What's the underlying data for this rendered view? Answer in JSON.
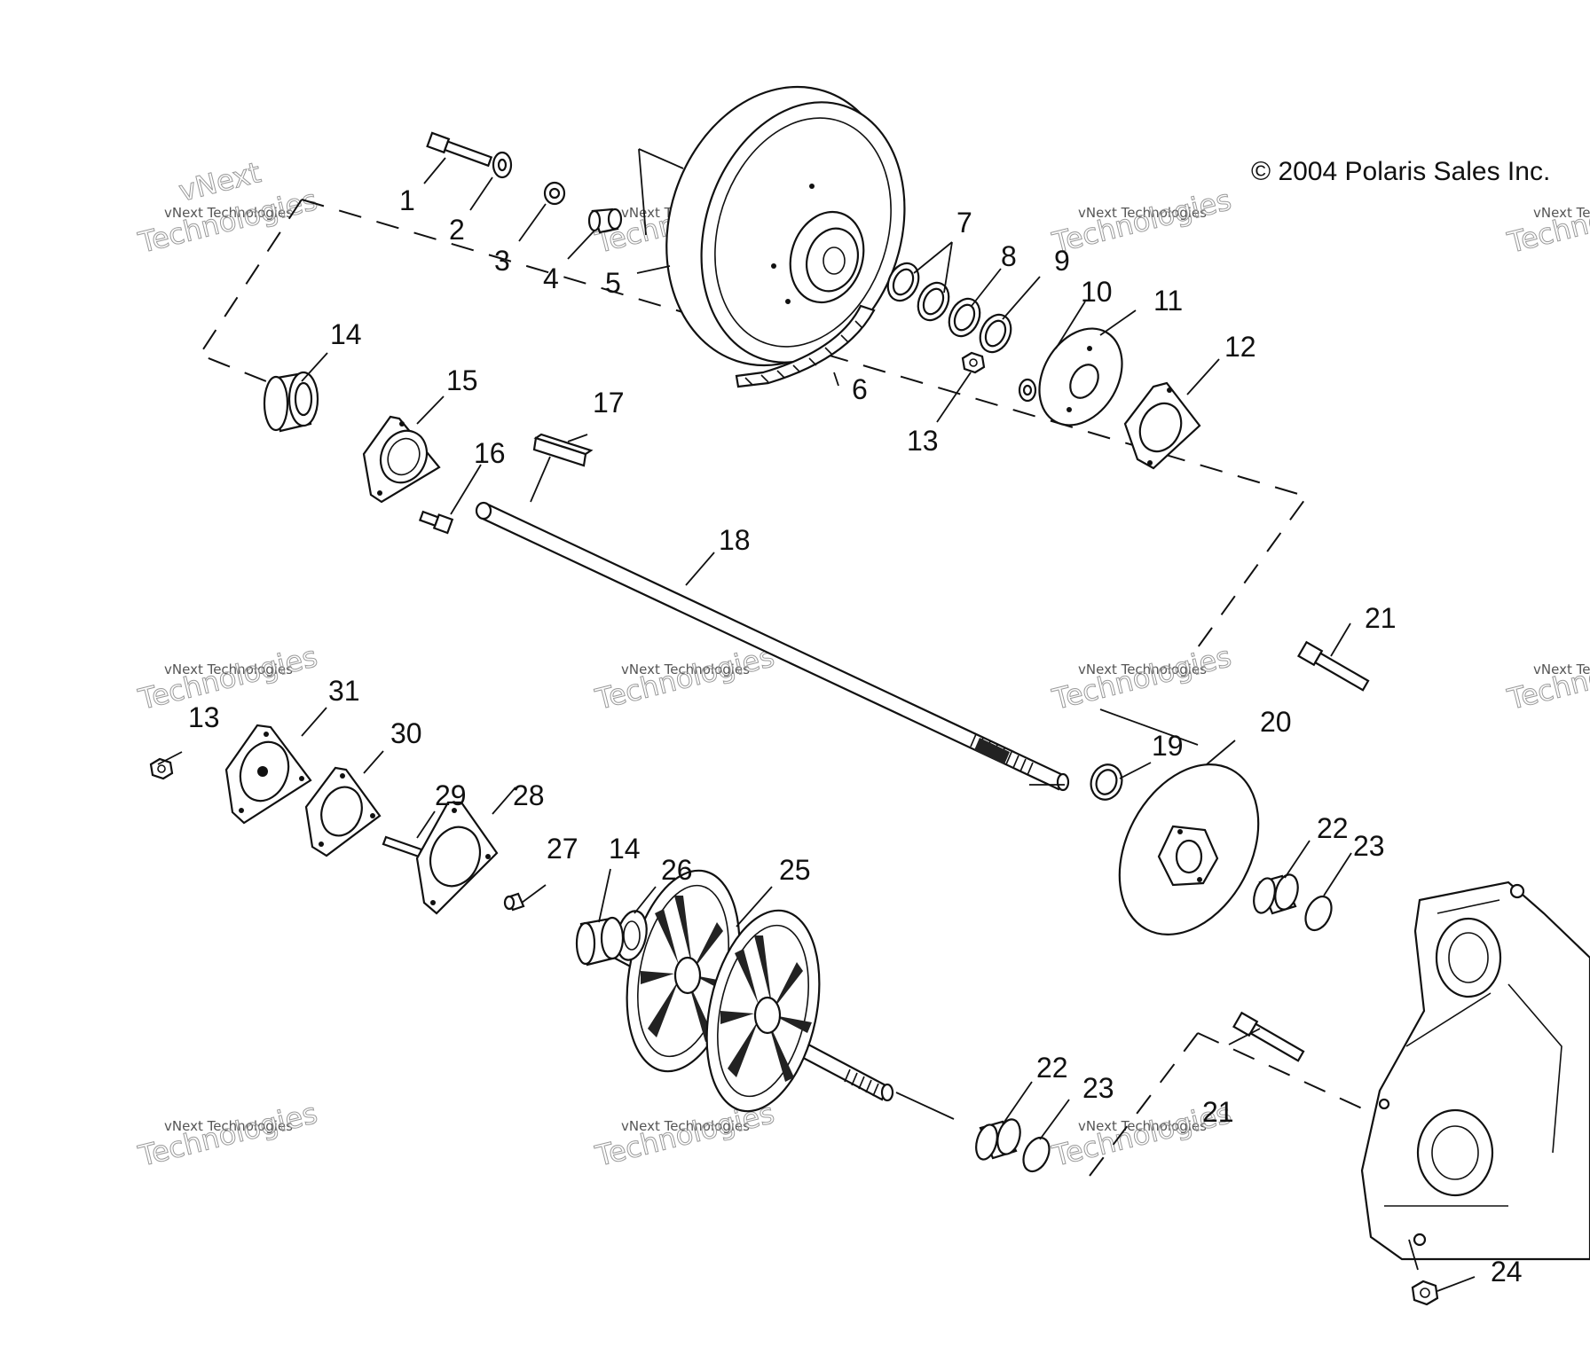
{
  "copyright": "© 2004 Polaris Sales Inc.",
  "watermark": {
    "small": "vNext Technologies",
    "big": "Technologies",
    "tag": "vNext"
  },
  "callouts": [
    "1",
    "2",
    "3",
    "4",
    "5",
    "6",
    "7",
    "8",
    "9",
    "10",
    "11",
    "12",
    "13",
    "14",
    "15",
    "16",
    "17",
    "18",
    "13",
    "31",
    "30",
    "29",
    "28",
    "27",
    "14",
    "26",
    "25",
    "19",
    "20",
    "21",
    "22",
    "23",
    "22",
    "23",
    "21",
    "24"
  ]
}
